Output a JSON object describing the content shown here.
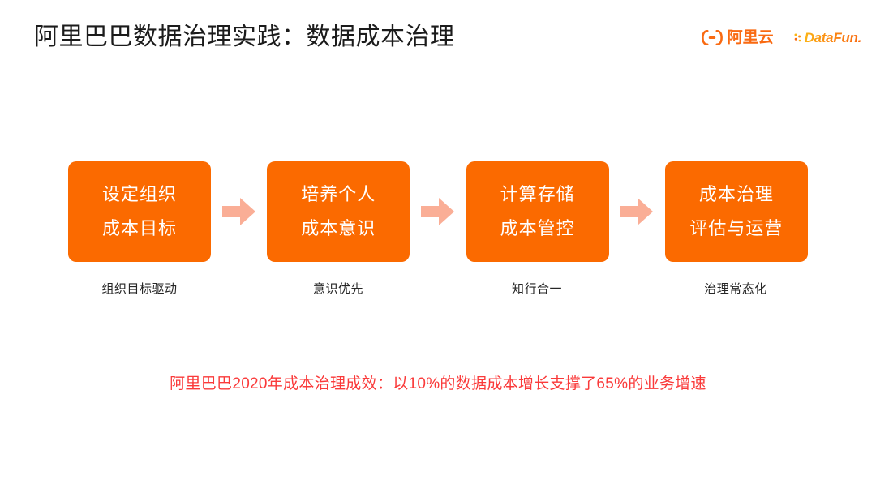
{
  "header": {
    "title": "阿里巴巴数据治理实践：数据成本治理",
    "brands": {
      "aliyun": {
        "name": "阿里云",
        "mark_icon": "alibaba-cloud-bracket-icon",
        "color": "#f96a12"
      },
      "datafun": {
        "name": "DataFun.",
        "mark_icon": "datafun-dots-icon",
        "color": "#fb8c12"
      }
    }
  },
  "flow": {
    "arrow_icon": "arrow-right-icon",
    "arrow_color": "#faae96",
    "box_color": "#fb6a00",
    "steps": [
      {
        "line1": "设定组织",
        "line2": "成本目标",
        "caption": "组织目标驱动"
      },
      {
        "line1": "培养个人",
        "line2": "成本意识",
        "caption": "意识优先"
      },
      {
        "line1": "计算存储",
        "line2": "成本管控",
        "caption": "知行合一"
      },
      {
        "line1": "成本治理",
        "line2": "评估与运营",
        "caption": "治理常态化"
      }
    ]
  },
  "footer": {
    "highlight": "阿里巴巴2020年成本治理成效：以10%的数据成本增长支撑了65%的业务增速",
    "highlight_color": "#fa3a3a"
  }
}
